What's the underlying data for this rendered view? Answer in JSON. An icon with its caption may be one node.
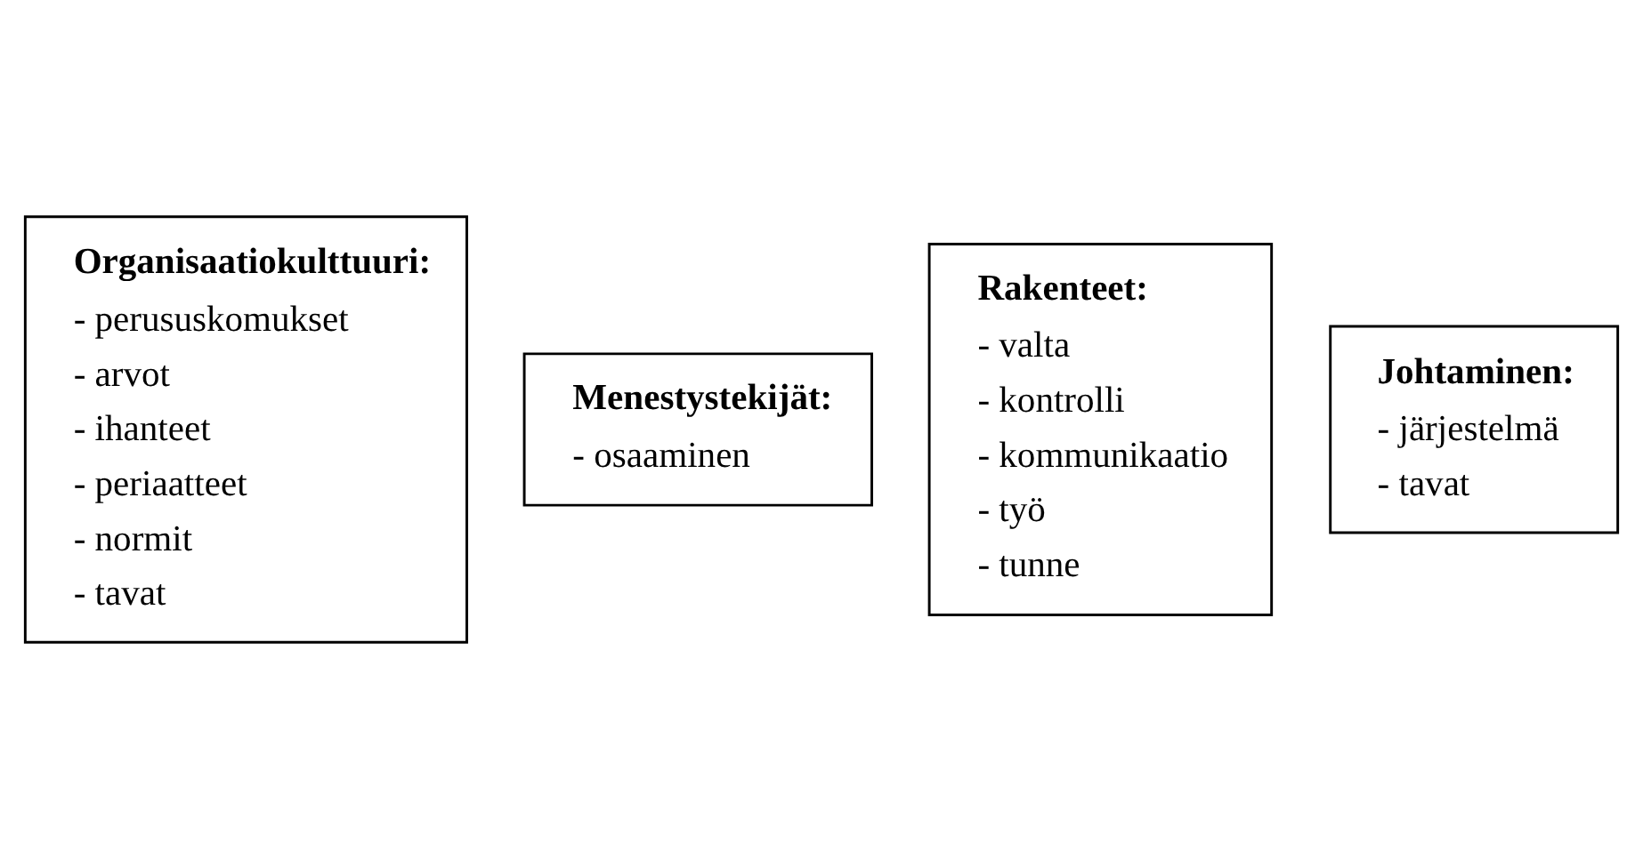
{
  "diagram": {
    "nodes": [
      {
        "text": [
          "Organisaatiokulttuuri:",
          "- perususkomukset",
          "- arvot",
          "- ihanteet",
          "- periaatteet",
          "- normit",
          "- tavat"
        ]
      },
      {
        "text": [
          "Menestystekijät:",
          "- osaaminen"
        ]
      },
      {
        "text": [
          "Rakenteet:",
          "- valta",
          "- kontrolli",
          "- kommunikaatio",
          "- työ",
          "- tunne"
        ]
      },
      {
        "text": [
          "Johtaminen:",
          "- järjestelmä",
          "- tavat"
        ]
      }
    ],
    "edges": []
  }
}
